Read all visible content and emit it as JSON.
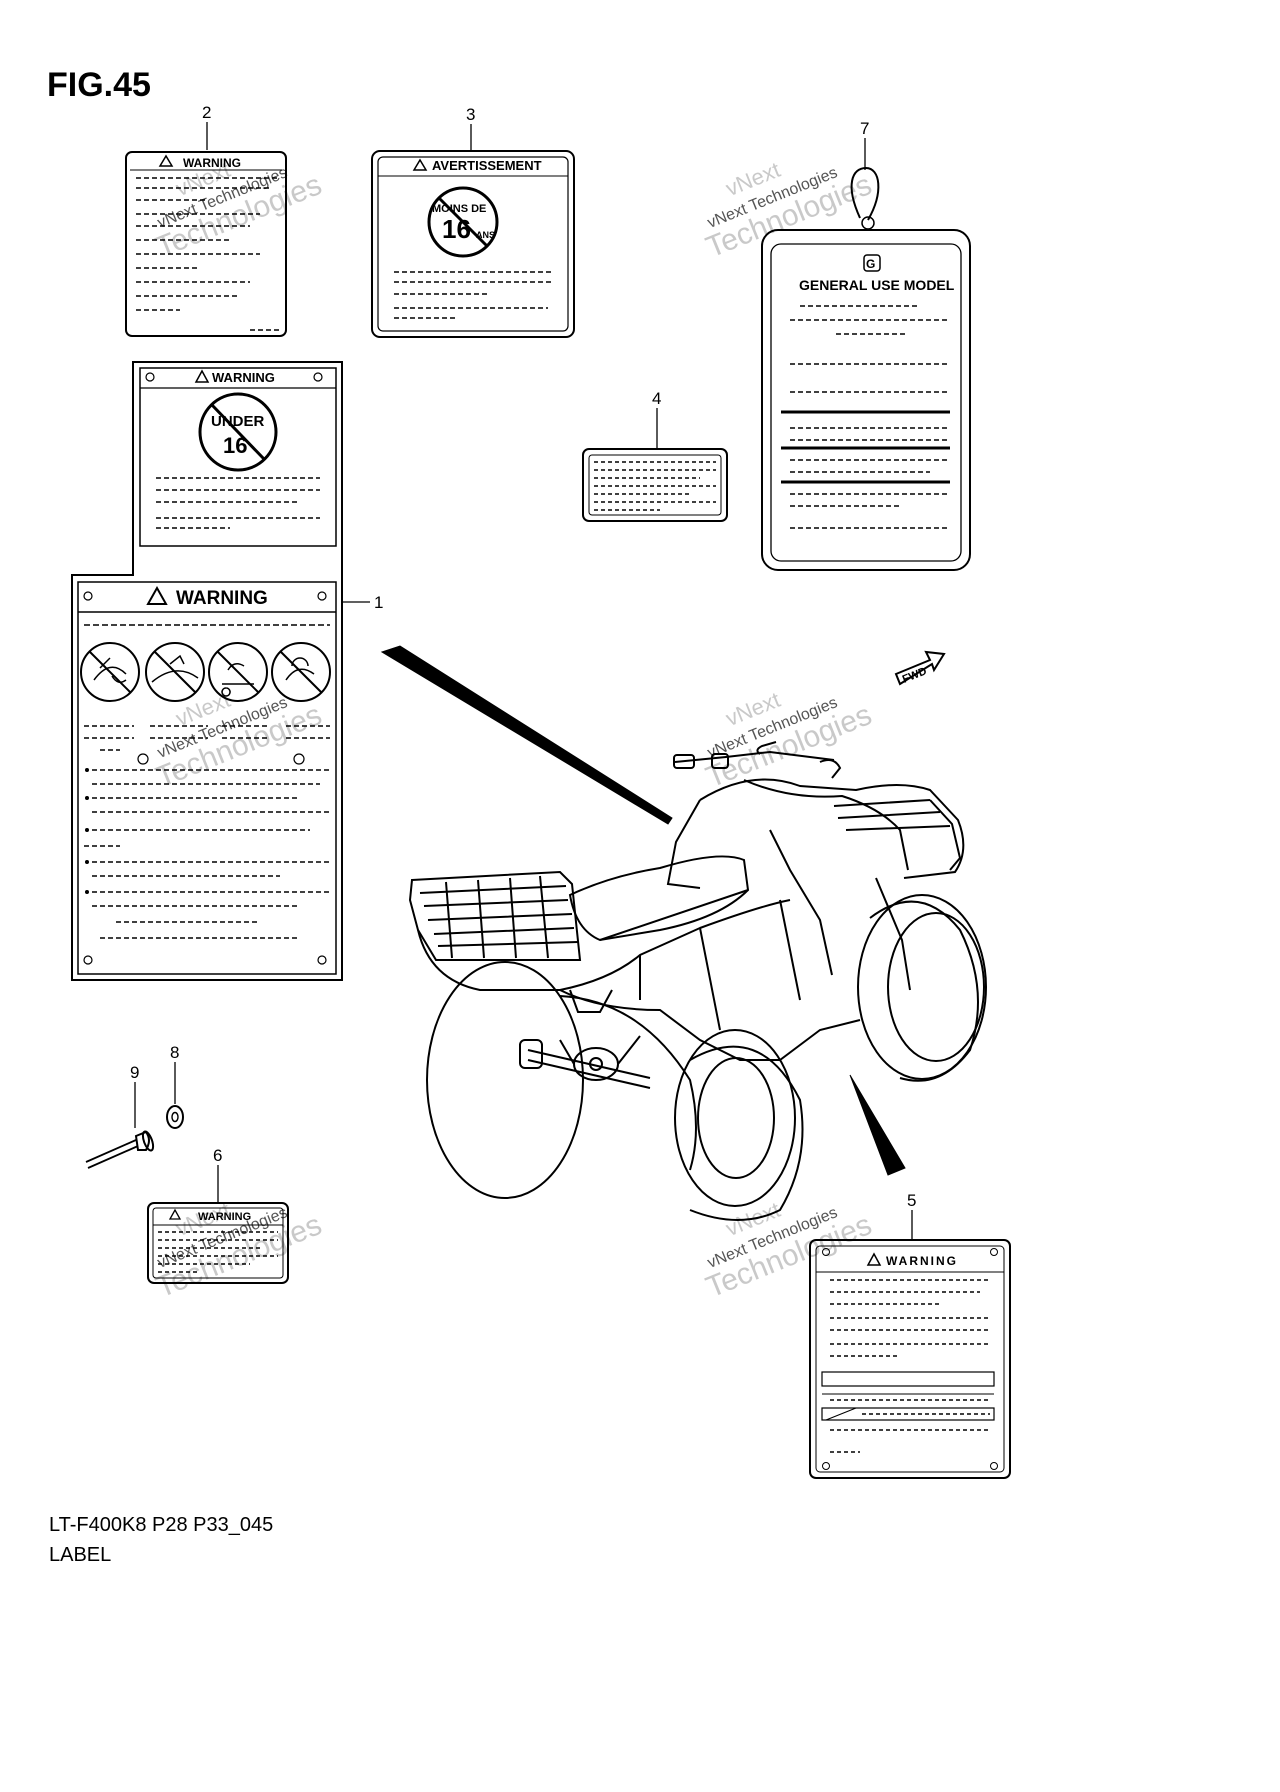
{
  "figure": {
    "title": "FIG.45",
    "model_code": "LT-F400K8 P28 P33_045",
    "caption": "LABEL"
  },
  "callouts": [
    "1",
    "2",
    "3",
    "4",
    "5",
    "6",
    "7",
    "8",
    "9"
  ],
  "labels": {
    "warning": "WARNING",
    "avertissement": "AVERTISSEMENT",
    "under": "UNDER",
    "under_age": "16",
    "moins_de": "MOINS DE",
    "ans_age": "16",
    "ans": "ANS",
    "general_use": "GENERAL USE MODEL",
    "fwd": "FWD",
    "g_mark": "G"
  },
  "watermarks": [
    {
      "line1": "vNext",
      "line2": "vNext Technologies",
      "line3": "Technologies"
    },
    {
      "line1": "vNext",
      "line2": "vNext Technologies",
      "line3": "Technologies"
    },
    {
      "line1": "vNext",
      "line2": "vNext Technologies",
      "line3": "Technologies"
    },
    {
      "line1": "vNext",
      "line2": "vNext Technologies",
      "line3": "Technologies"
    },
    {
      "line1": "vNext",
      "line2": "vNext Technologies",
      "line3": "Technologies"
    },
    {
      "line1": "vNext",
      "line2": "vNext Technologies",
      "line3": "Technologies"
    }
  ]
}
